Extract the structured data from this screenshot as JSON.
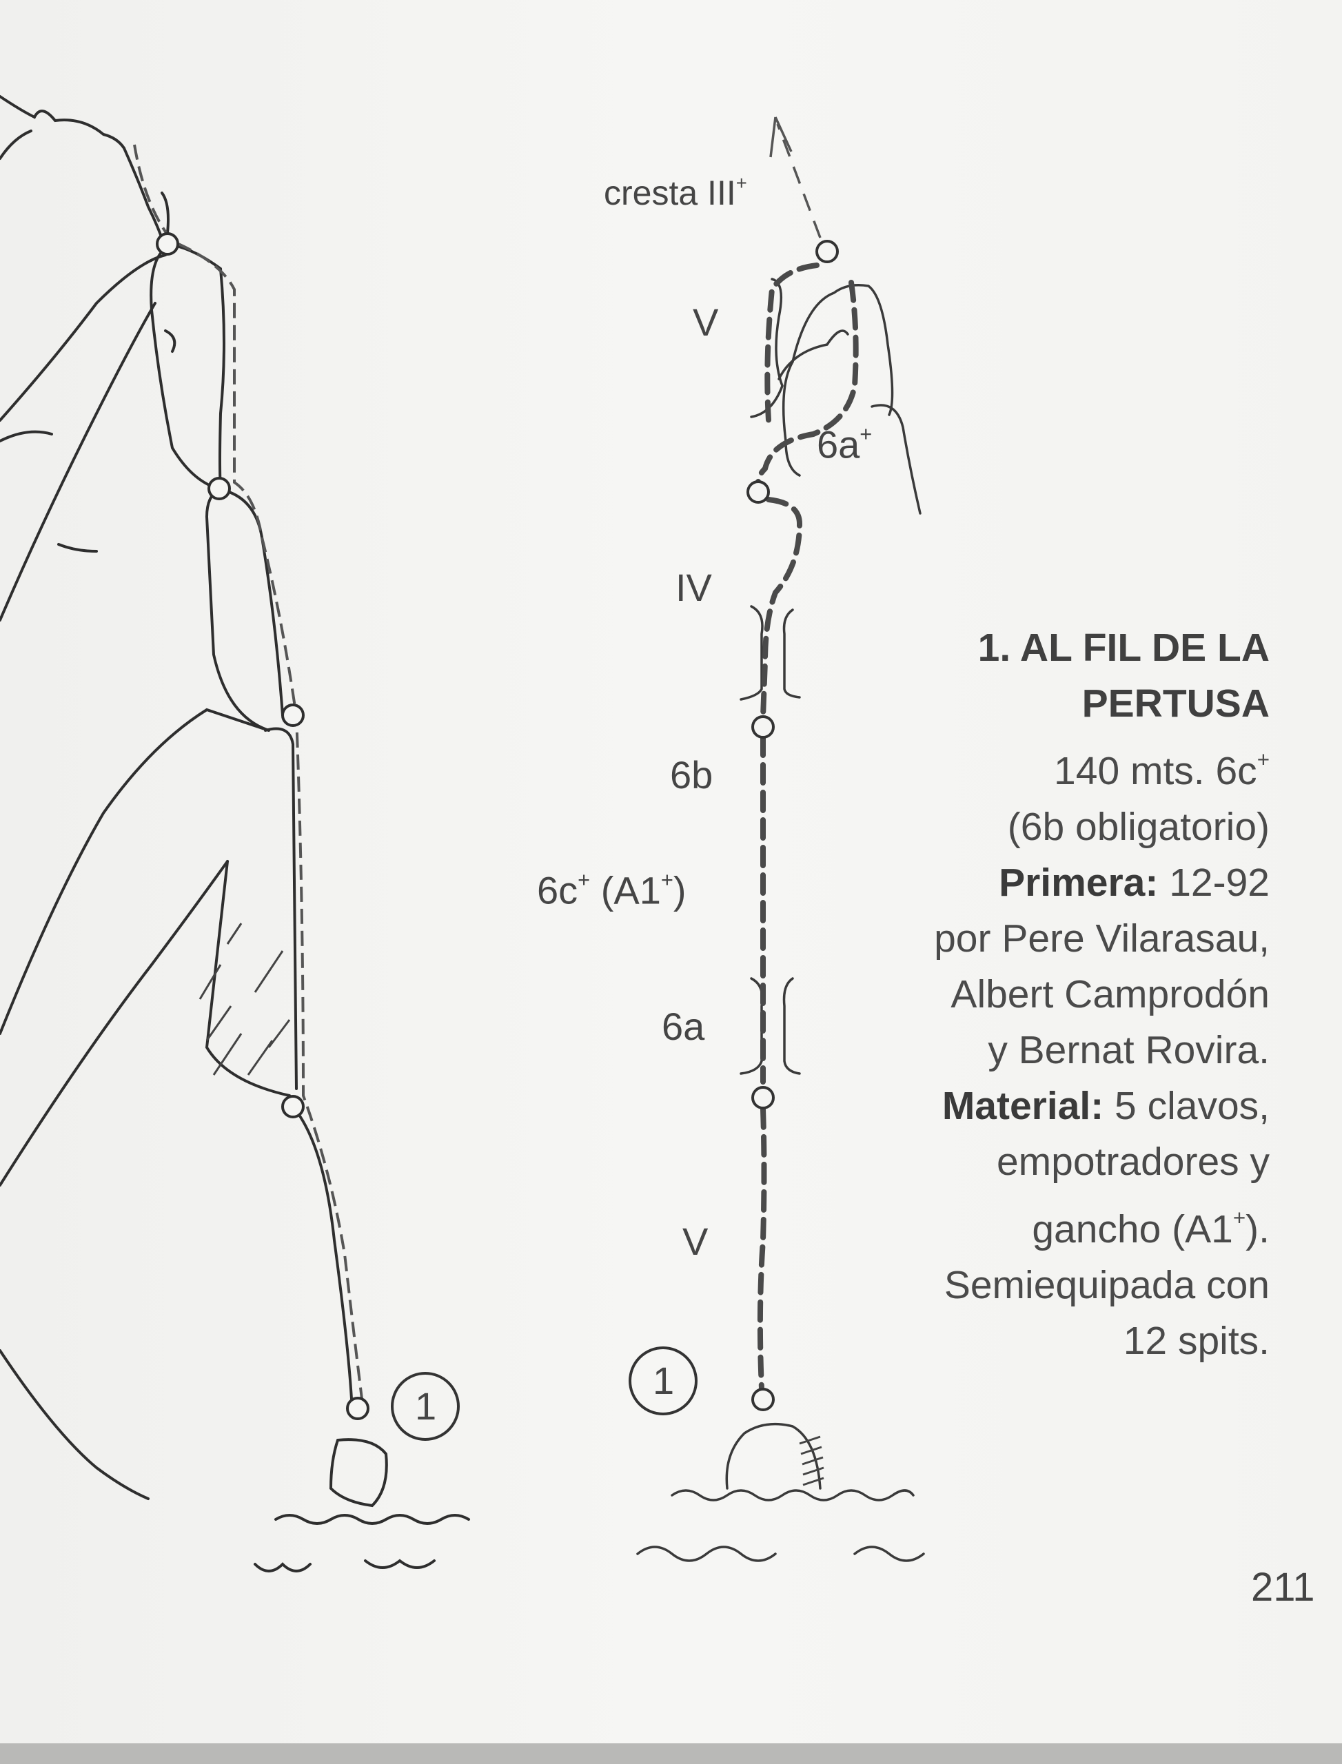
{
  "topo": {
    "labels": {
      "cresta": "cresta III",
      "cresta_sup": "+",
      "top_v": "V",
      "six_a_plus": "6a",
      "six_a_plus_sup": "+",
      "iv": "IV",
      "six_b": "6b",
      "six_c_plus": "6c",
      "six_c_plus_sup": "+",
      "aid": "(A1",
      "aid_sup": "+",
      "aid_close": ")",
      "six_a": "6a",
      "bottom_v": "V"
    },
    "route_number": "1"
  },
  "route_info": {
    "title_line1": "1. AL FIL DE LA",
    "title_line2": "PERTUSA",
    "length_grade": "140 mts. 6c",
    "length_grade_sup": "+",
    "obligatory": "(6b obligatorio)",
    "first_label": "Primera:",
    "first_date": " 12-92",
    "by_line1": "por Pere Vilarasau,",
    "by_line2": "Albert Camprodón",
    "by_line3": "y Bernat Rovira.",
    "material_label": "Material:",
    "material_line1": " 5 clavos,",
    "material_line2": "empotradores y",
    "material_line3": "gancho (A1",
    "material_line3_sup": "+",
    "material_line3_end": ").",
    "equip_line1": "Semiequipada con",
    "equip_line2": "12 spits."
  },
  "page_number": "211"
}
